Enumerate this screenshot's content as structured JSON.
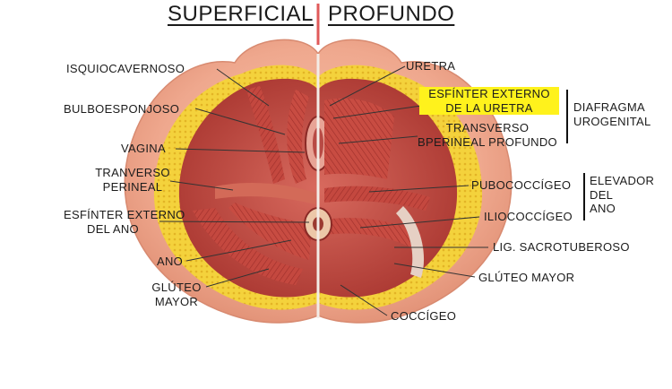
{
  "headers": {
    "left": "SUPERFICIAL",
    "right": "PROFUNDO"
  },
  "left_labels": {
    "isquiocavernoso": "ISQUIOCAVERNOSO",
    "bulboesponjoso": "BULBOESPONJOSO",
    "vagina": "VAGINA",
    "transverso_perineal": "TRANVERSO\nPERINEAL",
    "esfinter_ano": "ESFÍNTER EXTERNO\nDEL ANO",
    "ano": "ANO",
    "gluteo_mayor": "GLÚTEO\nMAYOR"
  },
  "right_labels": {
    "uretra": "URETRA",
    "esfinter_uretra": "ESFÍNTER EXTERNO\nDE LA URETRA",
    "transverso_profundo": "TRANSVERSO\nBPERINEAL PROFUNDO",
    "pubococcigeo": "PUBOCOCCÍGEO",
    "iliococcigeo": "ILIOCOCCÍGEO",
    "lig_sacrotuberoso": "LIG. SACROTUBEROSO",
    "gluteo_mayor": "GLÚTEO MAYOR",
    "coccigeo": "COCCÍGEO"
  },
  "groups": {
    "diafragma": "DIAFRAGMA\nUROGENITAL",
    "elevador": "ELEVADOR\nDEL\nANO"
  },
  "colors": {
    "highlight": "#fff21c",
    "divider": "#e05a5a",
    "skin": "#efa88e",
    "fat": "#f2cf3a",
    "muscle": "#c24a44"
  }
}
